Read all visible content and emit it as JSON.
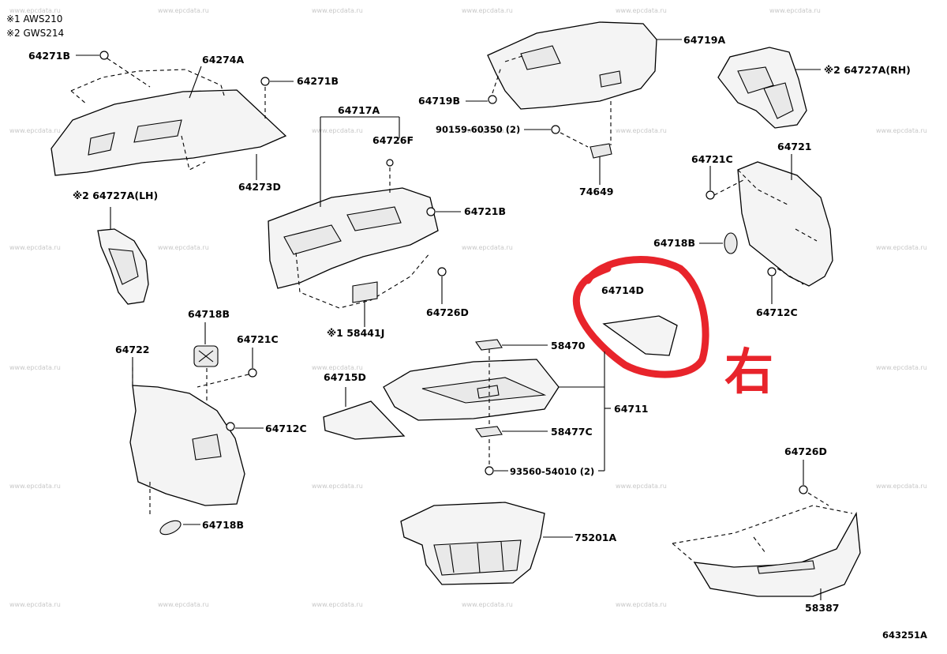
{
  "diagram_id": "643251A",
  "notes": [
    "※1 AWS210",
    "※2 GWS214"
  ],
  "watermark": "www.epcdata.ru",
  "handwritten": "右",
  "parts": [
    {
      "id": "p1",
      "label": "64271B"
    },
    {
      "id": "p2",
      "label": "64274A"
    },
    {
      "id": "p3",
      "label": "64271B"
    },
    {
      "id": "p4",
      "label": "64273D"
    },
    {
      "id": "p5",
      "label": "※2 64727A(LH)"
    },
    {
      "id": "p6",
      "label": "64717A"
    },
    {
      "id": "p7",
      "label": "64726F"
    },
    {
      "id": "p8",
      "label": "64721B"
    },
    {
      "id": "p9",
      "label": "64726D"
    },
    {
      "id": "p10",
      "label": "※1 58441J"
    },
    {
      "id": "p11",
      "label": "64719A"
    },
    {
      "id": "p12",
      "label": "64719B"
    },
    {
      "id": "p13",
      "label": "90159-60350 (2)"
    },
    {
      "id": "p14",
      "label": "74649"
    },
    {
      "id": "p15",
      "label": "※2 64727A(RH)"
    },
    {
      "id": "p16",
      "label": "64721C"
    },
    {
      "id": "p17",
      "label": "64721"
    },
    {
      "id": "p18",
      "label": "64718B"
    },
    {
      "id": "p19",
      "label": "64712C"
    },
    {
      "id": "p20",
      "label": "64714D"
    },
    {
      "id": "p21",
      "label": "58470"
    },
    {
      "id": "p22",
      "label": "64711"
    },
    {
      "id": "p23",
      "label": "58477C"
    },
    {
      "id": "p24",
      "label": "93560-54010 (2)"
    },
    {
      "id": "p25",
      "label": "64715D"
    },
    {
      "id": "p26",
      "label": "64718B"
    },
    {
      "id": "p27",
      "label": "64721C"
    },
    {
      "id": "p28",
      "label": "64722"
    },
    {
      "id": "p29",
      "label": "64712C"
    },
    {
      "id": "p30",
      "label": "64718B"
    },
    {
      "id": "p31",
      "label": "75201A"
    },
    {
      "id": "p32",
      "label": "64726D"
    },
    {
      "id": "p33",
      "label": "58387"
    }
  ],
  "colors": {
    "highlight": "#e8242b",
    "line": "#000000",
    "part_fill": "#f4f4f4",
    "watermark": "#c8c8c8"
  }
}
